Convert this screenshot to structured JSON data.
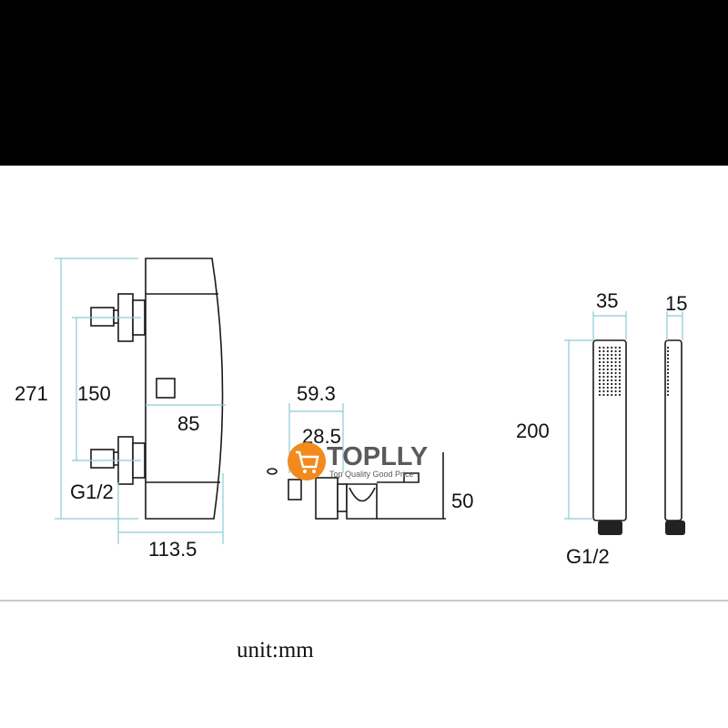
{
  "left_view": {
    "height_total": "271",
    "inlet_spacing": "150",
    "body_depth": "85",
    "inlet_thread": "G1/2",
    "overall_depth": "113.5"
  },
  "middle_view": {
    "depth": "59.3",
    "offset": "28.5",
    "height": "50"
  },
  "hand_shower": {
    "width": "35",
    "thickness": "15",
    "length": "200",
    "thread": "G1/2"
  },
  "watermark": {
    "brand": "TOPLLY",
    "slogan": "Top Quality Good Price"
  },
  "unit_label": "unit:mm",
  "colors": {
    "dimension": "#8ccad3",
    "logo": "#f28a1e",
    "band": "#000000"
  }
}
